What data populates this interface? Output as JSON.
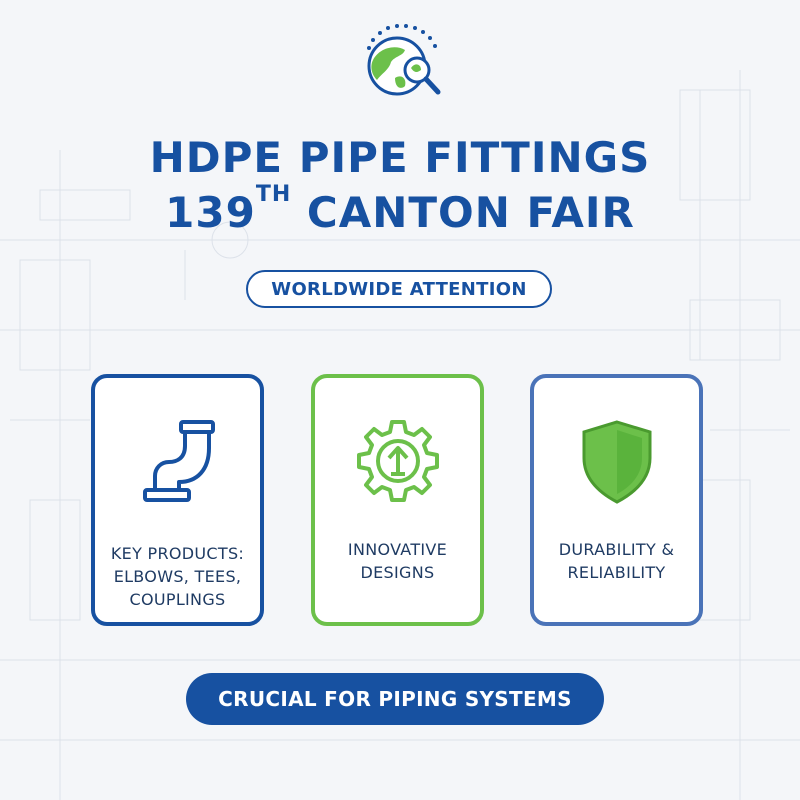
{
  "title": {
    "line1": "HDPE PIPE FITTINGS",
    "line2_number": "139",
    "line2_suffix": "TH",
    "line2_rest": " CANTON FAIR"
  },
  "tagline": "WORLDWIDE ATTENTION",
  "cards": [
    {
      "label": "KEY PRODUCTS:\nELBOWS, TEES,\nCOUPLINGS",
      "icon": "pipe-elbow-icon",
      "border_color": "#1751a1"
    },
    {
      "label": "INNOVATIVE\nDESIGNS",
      "icon": "gear-arrow-icon",
      "border_color": "#6cc04a"
    },
    {
      "label": "DURABILITY &\nRELIABILITY",
      "icon": "shield-icon",
      "border_color": "#4a73b8"
    }
  ],
  "bottom_banner": "CRUCIAL FOR PIPING SYSTEMS",
  "colors": {
    "primary_blue": "#1751a1",
    "accent_green": "#6cc04a",
    "background": "#f4f6f9"
  }
}
